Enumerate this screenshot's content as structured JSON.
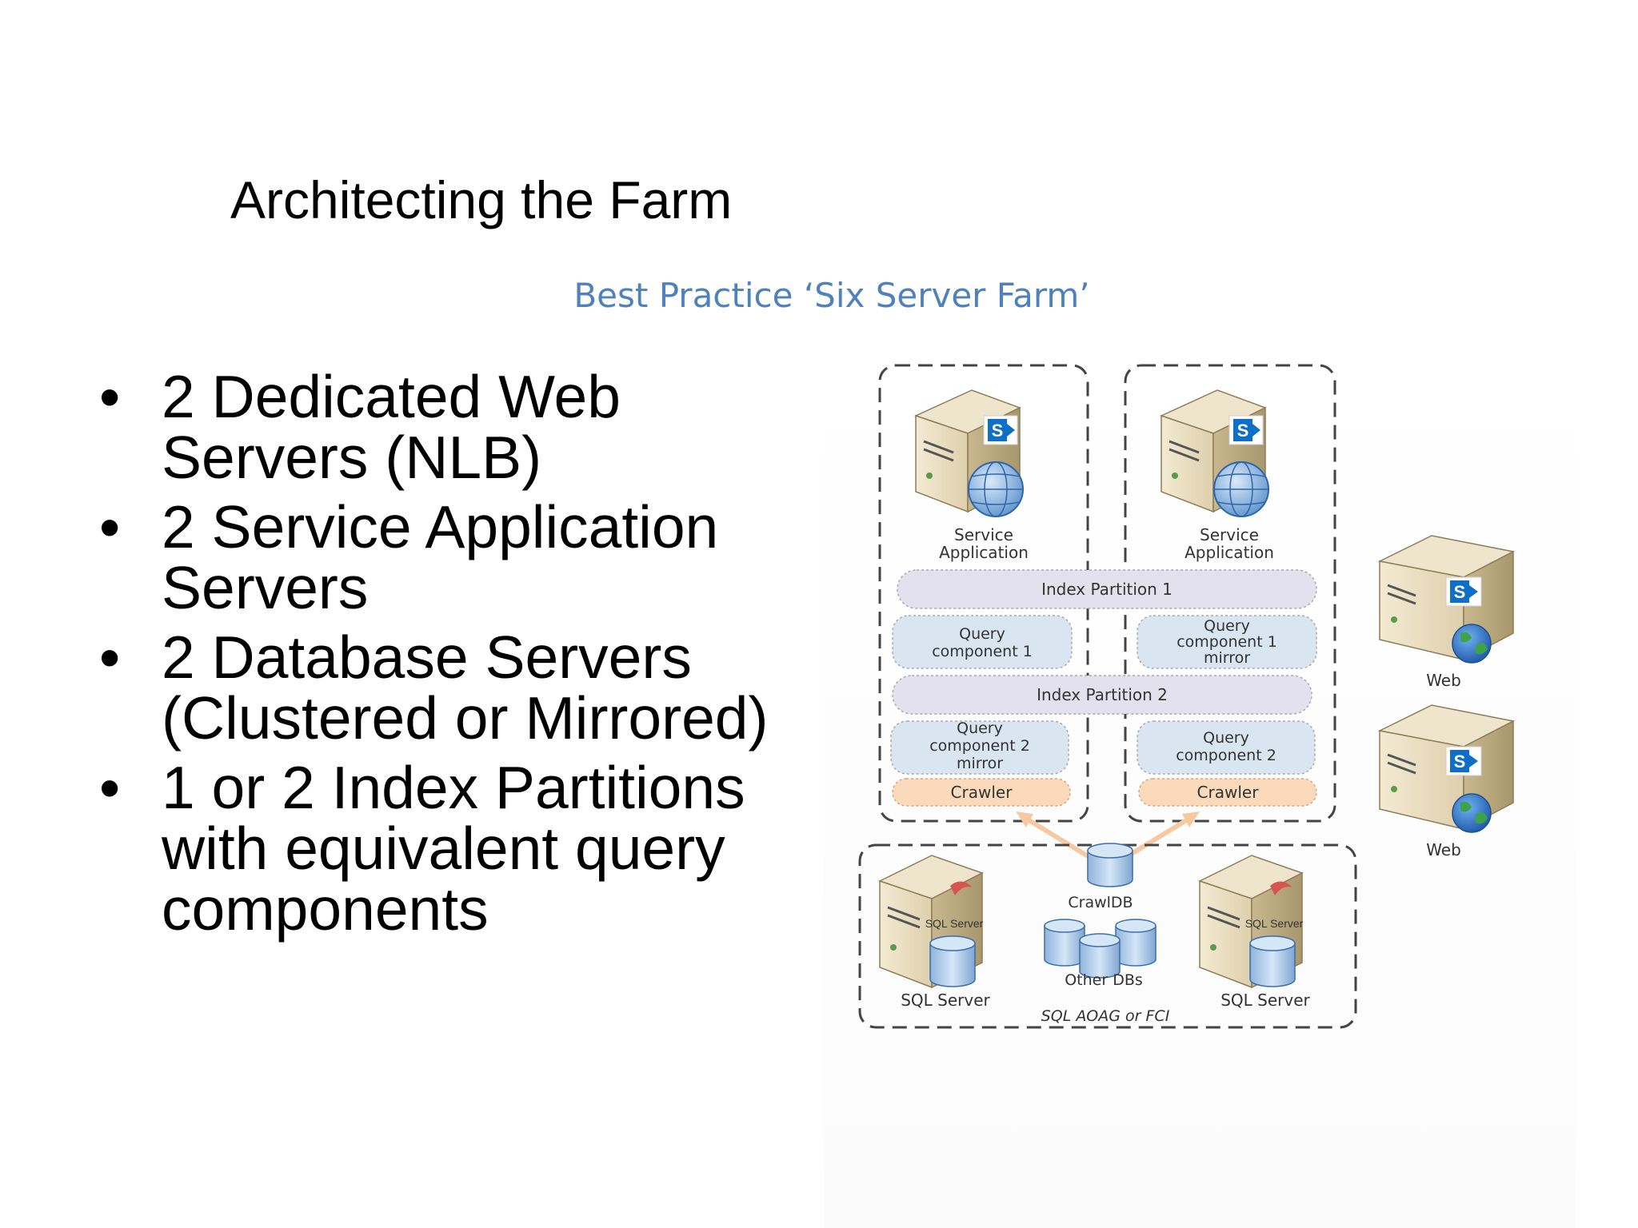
{
  "slide": {
    "title": "Architecting the Farm",
    "subtitle": "Best Practice ‘Six Server Farm’",
    "bullets": [
      {
        "line1": "2 Dedicated Web",
        "line2": "Servers (NLB)"
      },
      {
        "line1": "2 Service Application",
        "line2": "Servers"
      },
      {
        "line1": "2 Database Servers",
        "line2": "(Clustered or Mirrored)"
      },
      {
        "line1": "1 or 2 Index Partitions",
        "line2": "with equivalent query",
        "line3": "components"
      }
    ]
  },
  "diagram": {
    "service_app_left": {
      "line1": "Service",
      "line2": "Application"
    },
    "service_app_right": {
      "line1": "Service",
      "line2": "Application"
    },
    "index_partition_1": "Index Partition 1",
    "index_partition_2": "Index Partition 2",
    "query_component_1": {
      "line1": "Query",
      "line2": "component 1"
    },
    "query_component_1_mirror": {
      "line1": "Query",
      "line2": "component 1",
      "line3": "mirror"
    },
    "query_component_2_mirror": {
      "line1": "Query",
      "line2": "component 2",
      "line3": "mirror"
    },
    "query_component_2": {
      "line1": "Query",
      "line2": "component 2"
    },
    "crawler_left": "Crawler",
    "crawler_right": "Crawler",
    "web_top": "Web",
    "web_bottom": "Web",
    "crawl_db": "CrawlDB",
    "other_dbs": "Other DBs",
    "sql_left": "SQL Server",
    "sql_right": "SQL Server",
    "sql_logo_text": "SQL Server",
    "sql_group": "SQL AOAG or FCI",
    "sharepoint_logo_letter": "S",
    "colors": {
      "server_body": "#e8dcc0",
      "server_dark": "#bfae86",
      "sharepoint": "#0f6fc6",
      "partition": "#e4e1ef",
      "query": "#d9e6f2",
      "crawler": "#fbd9bb",
      "db": "#b9d3ee",
      "globe": "#3b7fc6"
    }
  }
}
